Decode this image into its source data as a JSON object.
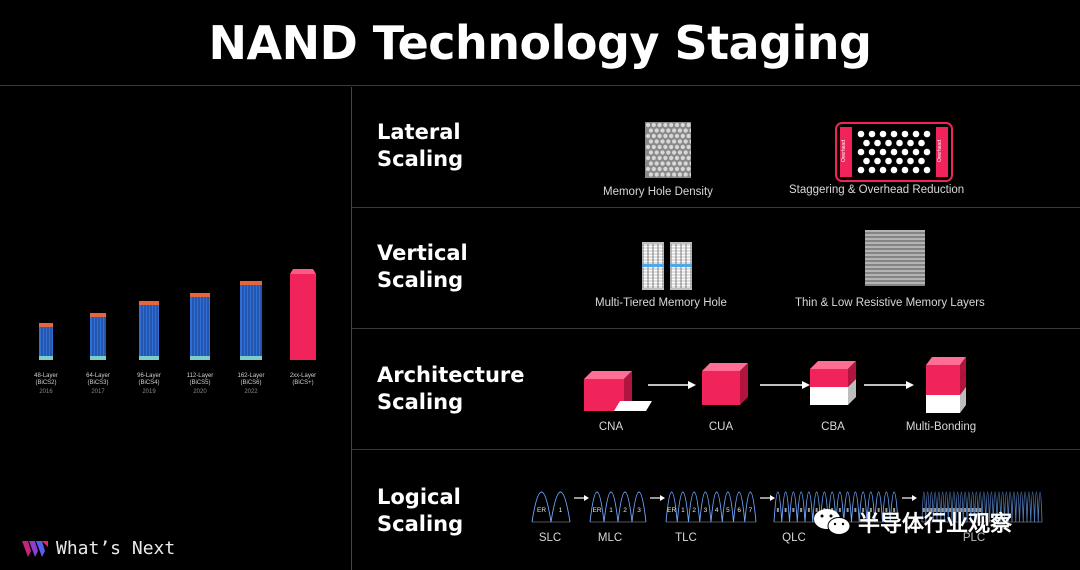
{
  "title": "NAND Technology Staging",
  "brand": {
    "text": "What’s Next"
  },
  "watermark": {
    "text": "半导体行业观察"
  },
  "stacks": [
    {
      "layer": "48-Layer",
      "gen": "(BiCS2)",
      "year": "2016"
    },
    {
      "layer": "64-Layer",
      "gen": "(BiCS3)",
      "year": "2017"
    },
    {
      "layer": "96-Layer",
      "gen": "(BiCS4)",
      "year": "2019"
    },
    {
      "layer": "112-Layer",
      "gen": "(BiCS5)",
      "year": "2020"
    },
    {
      "layer": "162-Layer",
      "gen": "(BiCS6)",
      "year": "2022"
    },
    {
      "layer": "2xx-Layer",
      "gen": "(BiCS+)",
      "year": ""
    }
  ],
  "rows": {
    "lateral": {
      "label_line1": "Lateral",
      "label_line2": "Scaling",
      "item1": "Memory Hole Density",
      "item2": "Staggering  & Overhead Reduction",
      "overhead_left": "Overhead",
      "overhead_right": "Overhead"
    },
    "vertical": {
      "label_line1": "Vertical",
      "label_line2": "Scaling",
      "item1": "Multi-Tiered Memory Hole",
      "item2": "Thin & Low Resistive Memory Layers"
    },
    "architecture": {
      "label_line1": "Architecture",
      "label_line2": "Scaling",
      "steps": [
        "CNA",
        "CUA",
        "CBA",
        "Multi-Bonding"
      ]
    },
    "logical": {
      "label_line1": "Logical",
      "label_line2": "Scaling",
      "cells": [
        "SLC",
        "MLC",
        "TLC",
        "QLC",
        "PLC"
      ],
      "slc_states": [
        "ER",
        "1"
      ],
      "mlc_states": [
        "ER",
        "1",
        "2",
        "3"
      ],
      "tlc_states": [
        "ER",
        "1",
        "2",
        "3",
        "4",
        "5",
        "6",
        "7"
      ]
    }
  },
  "colors": {
    "accent": "#f0245a",
    "stack_blue": "#2f6fd6",
    "divider": "#3a3a3a"
  }
}
